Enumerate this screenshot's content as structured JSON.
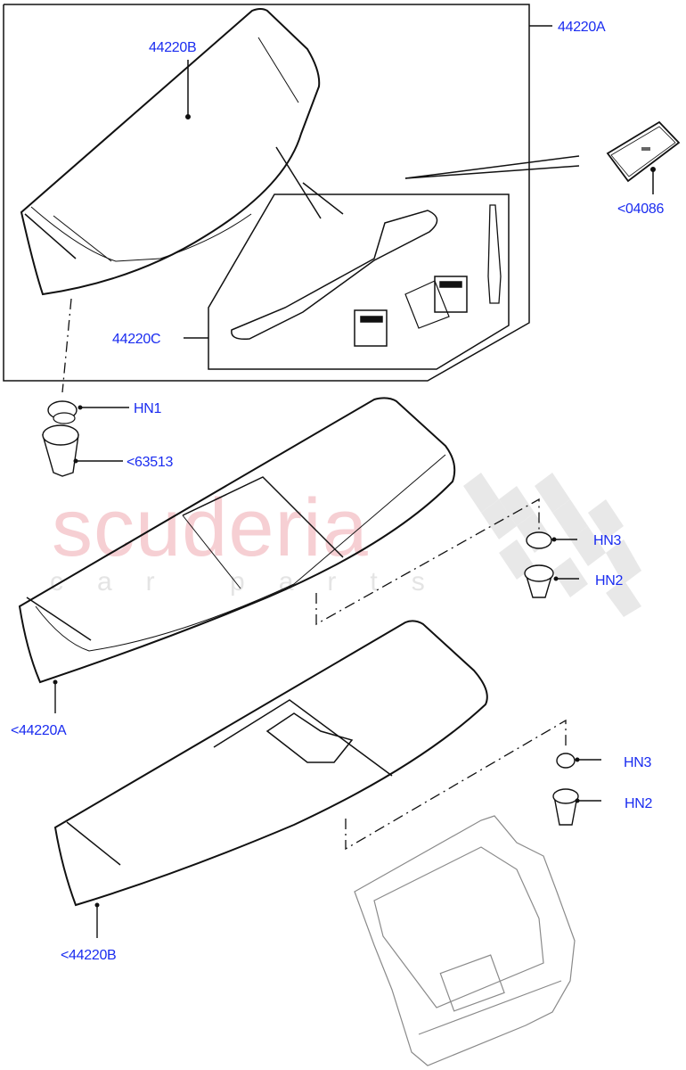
{
  "diagram": {
    "type": "exploded-parts-diagram",
    "subject": "Rear spoiler assembly with fixings and tailgate",
    "watermark": {
      "main": "scuderia",
      "sub": "car parts"
    },
    "callouts": [
      {
        "id": "44220A",
        "text": "44220A",
        "target": "spoiler-kit-box"
      },
      {
        "id": "44220B",
        "text": "44220B",
        "target": "spoiler-top"
      },
      {
        "id": "44220C",
        "text": "44220C",
        "target": "repair-kit-box"
      },
      {
        "id": "04086",
        "text": "<04086",
        "target": "camera-cover"
      },
      {
        "id": "HN1",
        "text": "HN1",
        "target": "washer-nut-left"
      },
      {
        "id": "63513",
        "text": "<63513",
        "target": "grommet-left"
      },
      {
        "id": "HN3a",
        "text": "HN3",
        "target": "washer-nut-mid"
      },
      {
        "id": "HN2a",
        "text": "HN2",
        "target": "grommet-mid"
      },
      {
        "id": "44220A2",
        "text": "<44220A",
        "target": "spoiler-middle"
      },
      {
        "id": "HN3b",
        "text": "HN3",
        "target": "washer-nut-lower"
      },
      {
        "id": "HN2b",
        "text": "HN2",
        "target": "grommet-lower"
      },
      {
        "id": "44220B2",
        "text": "<44220B",
        "target": "spoiler-lower"
      }
    ],
    "colors": {
      "label": "#1a2cf0",
      "line": "#111111",
      "watermark_main": "#f6cfd3",
      "watermark_sub": "#e4e4e4",
      "tailgate": "#8a8a8a"
    }
  }
}
